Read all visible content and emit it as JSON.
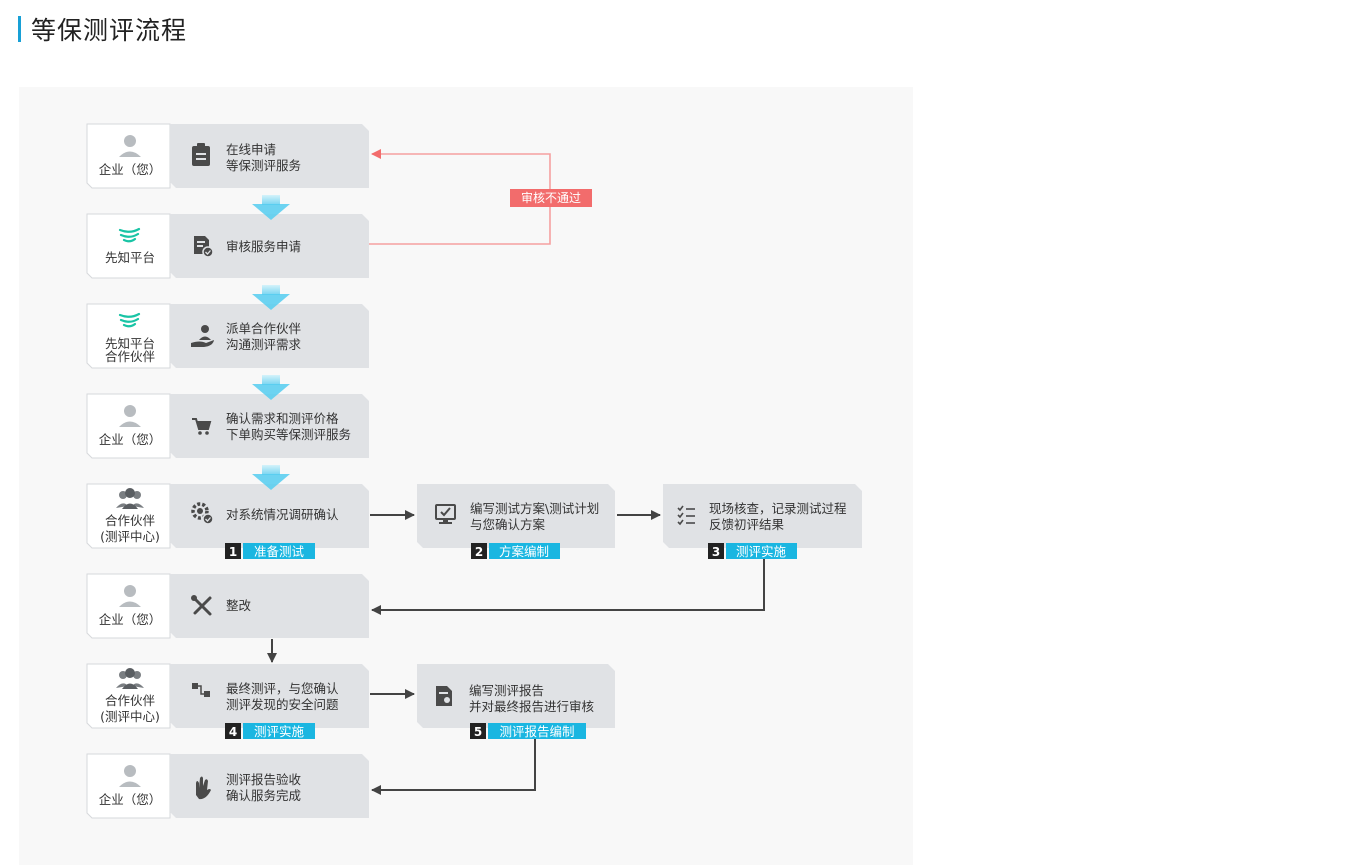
{
  "page": {
    "title": "等保测评流程",
    "accent_color": "#18a0d6"
  },
  "colors": {
    "box_fill": "#e0e2e5",
    "actor_fill": "#ffffff",
    "arrow_dark": "#444444",
    "reject_red": "#f26c6c",
    "tag_blue": "#1ab6e1",
    "tag_num_bg": "#222222",
    "cyan_arrow": "#55cdf0",
    "brand_green": "#19c4a5"
  },
  "steps": {
    "apply": {
      "actor": [
        "企业（您）"
      ],
      "actor_icon": "user-icon",
      "icon": "clipboard-icon",
      "lines": [
        "在线申请",
        "等保测评服务"
      ]
    },
    "review": {
      "actor": [
        "先知平台"
      ],
      "actor_icon": "xianzhi-logo-icon",
      "icon": "document-check-icon",
      "lines": [
        "审核服务申请"
      ]
    },
    "assign": {
      "actor": [
        "先知平台",
        "合作伙伴"
      ],
      "actor_icon": "xianzhi-logo-icon",
      "icon": "hand-person-icon",
      "lines": [
        "派单合作伙伴",
        "沟通测评需求"
      ]
    },
    "confirm": {
      "actor": [
        "企业（您）"
      ],
      "actor_icon": "user-icon",
      "icon": "cart-icon",
      "lines": [
        "确认需求和测评价格",
        "下单购买等保测评服务"
      ]
    },
    "prepare": {
      "actor": [
        "合作伙伴",
        "(测评中心)"
      ],
      "actor_icon": "group-icon",
      "icon": "gear-check-icon",
      "lines": [
        "对系统情况调研确认"
      ]
    },
    "plan": {
      "icon": "monitor-check-icon",
      "lines": [
        "编写测试方案\\测试计划",
        "与您确认方案"
      ]
    },
    "onsite": {
      "icon": "checklist-icon",
      "lines": [
        "现场核查，记录测试过程",
        "反馈初评结果"
      ]
    },
    "rectify": {
      "actor": [
        "企业（您）"
      ],
      "actor_icon": "user-icon",
      "icon": "tools-icon",
      "lines": [
        "整改"
      ]
    },
    "final": {
      "actor": [
        "合作伙伴",
        "(测评中心)"
      ],
      "actor_icon": "group-icon",
      "icon": "flow-icon",
      "lines": [
        "最终测评，与您确认",
        "测评发现的安全问题"
      ]
    },
    "report": {
      "icon": "report-icon",
      "lines": [
        "编写测评报告",
        "并对最终报告进行审核"
      ]
    },
    "accept": {
      "actor": [
        "企业（您）"
      ],
      "actor_icon": "user-icon",
      "icon": "ok-hand-icon",
      "lines": [
        "测评报告验收",
        "确认服务完成"
      ]
    }
  },
  "reject_label": "审核不通过",
  "tags": [
    {
      "num": "1",
      "label": "准备测试"
    },
    {
      "num": "2",
      "label": "方案编制"
    },
    {
      "num": "3",
      "label": "测评实施"
    },
    {
      "num": "4",
      "label": "测评实施"
    },
    {
      "num": "5",
      "label": "测评报告编制"
    }
  ]
}
